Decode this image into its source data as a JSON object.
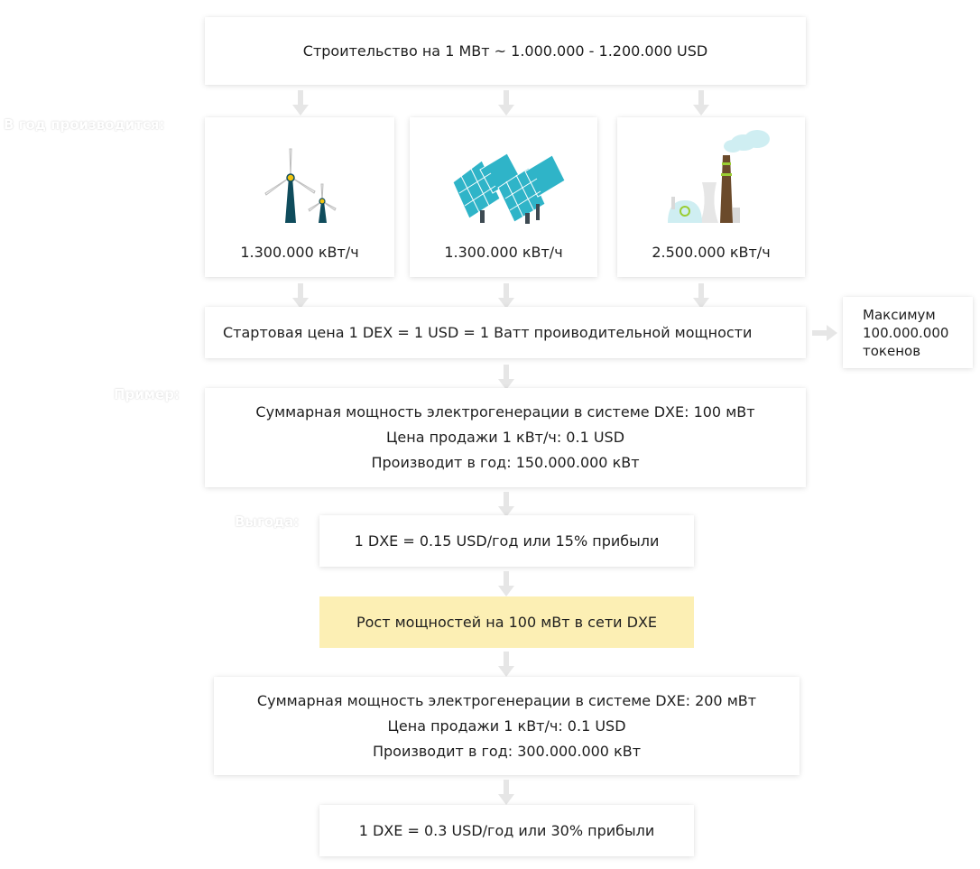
{
  "top": {
    "text": "Строительство на 1 МВт ~ 1.000.000 - 1.200.000 USD"
  },
  "side_labels": {
    "per_year": "В год производится:",
    "example": "Пример:",
    "benefit": "Выгода:"
  },
  "sources": [
    {
      "icon": "wind-turbine-icon",
      "value": "1.300.000 кВт/ч"
    },
    {
      "icon": "solar-panel-icon",
      "value": "1.300.000 кВт/ч"
    },
    {
      "icon": "power-plant-icon",
      "value": "2.500.000 кВт/ч"
    }
  ],
  "start_price": {
    "text": "Стартовая цена 1 DEX = 1 USD = 1 Ватт проиводительной мощности"
  },
  "max_tokens": {
    "line1": "Максимум",
    "line2": "100.000.000",
    "line3": "токенов"
  },
  "example1": {
    "line1": "Суммарная мощность электрогенерации в системе DXE: 100 мВт",
    "line2": "Цена продажи 1 кВт/ч: 0.1 USD",
    "line3": "Производит в год: 150.000.000 кВт"
  },
  "benefit1": {
    "text": "1 DXE = 0.15 USD/год или 15% прибыли"
  },
  "growth": {
    "text": "Рост мощностей на 100 мВт в сети DXE"
  },
  "example2": {
    "line1": "Суммарная мощность электрогенерации в системе DXE: 200 мВт",
    "line2": "Цена продажи 1 кВт/ч: 0.1 USD",
    "line3": "Производит в год: 300.000.000 кВт"
  },
  "benefit2": {
    "text": "1 DXE = 0.3 USD/год или 30% прибыли"
  },
  "colors": {
    "arrow": "#e6e6e6",
    "highlight": "#fcefb4",
    "turbine_tower": "#0f4c5c",
    "solar_panel": "#2fb4c8",
    "smoke": "#cfeef2",
    "chimney": "#6b4a2b",
    "stripe": "#9acd32"
  }
}
